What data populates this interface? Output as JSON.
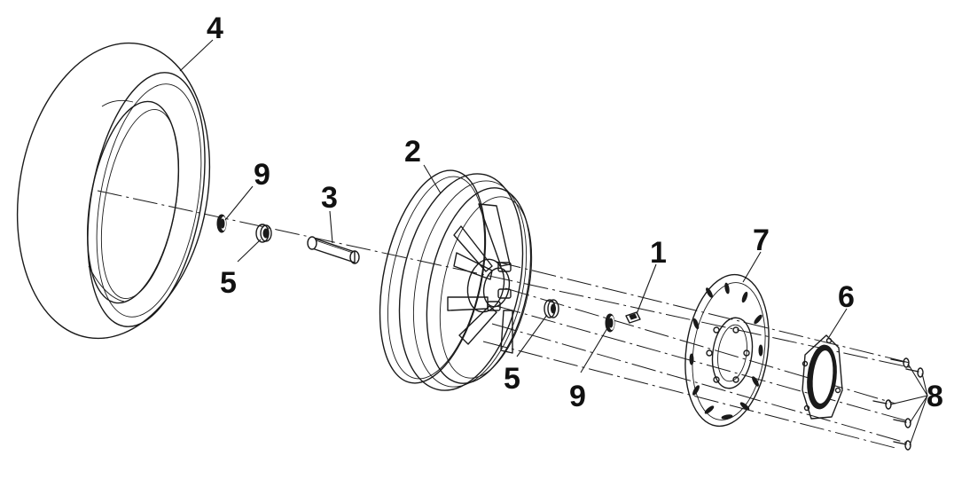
{
  "callouts": [
    {
      "id": "valve",
      "label": "1"
    },
    {
      "id": "rim",
      "label": "2"
    },
    {
      "id": "spacer",
      "label": "3"
    },
    {
      "id": "tire",
      "label": "4"
    },
    {
      "id": "bearing-left",
      "label": "5"
    },
    {
      "id": "bearing-right",
      "label": "5"
    },
    {
      "id": "disc-adapter",
      "label": "6"
    },
    {
      "id": "brake-disc",
      "label": "7"
    },
    {
      "id": "bolts",
      "label": "8"
    },
    {
      "id": "seal-left",
      "label": "9"
    },
    {
      "id": "seal-right",
      "label": "9"
    }
  ],
  "colors": {
    "line": "#1a1a1a",
    "background": "#ffffff"
  }
}
